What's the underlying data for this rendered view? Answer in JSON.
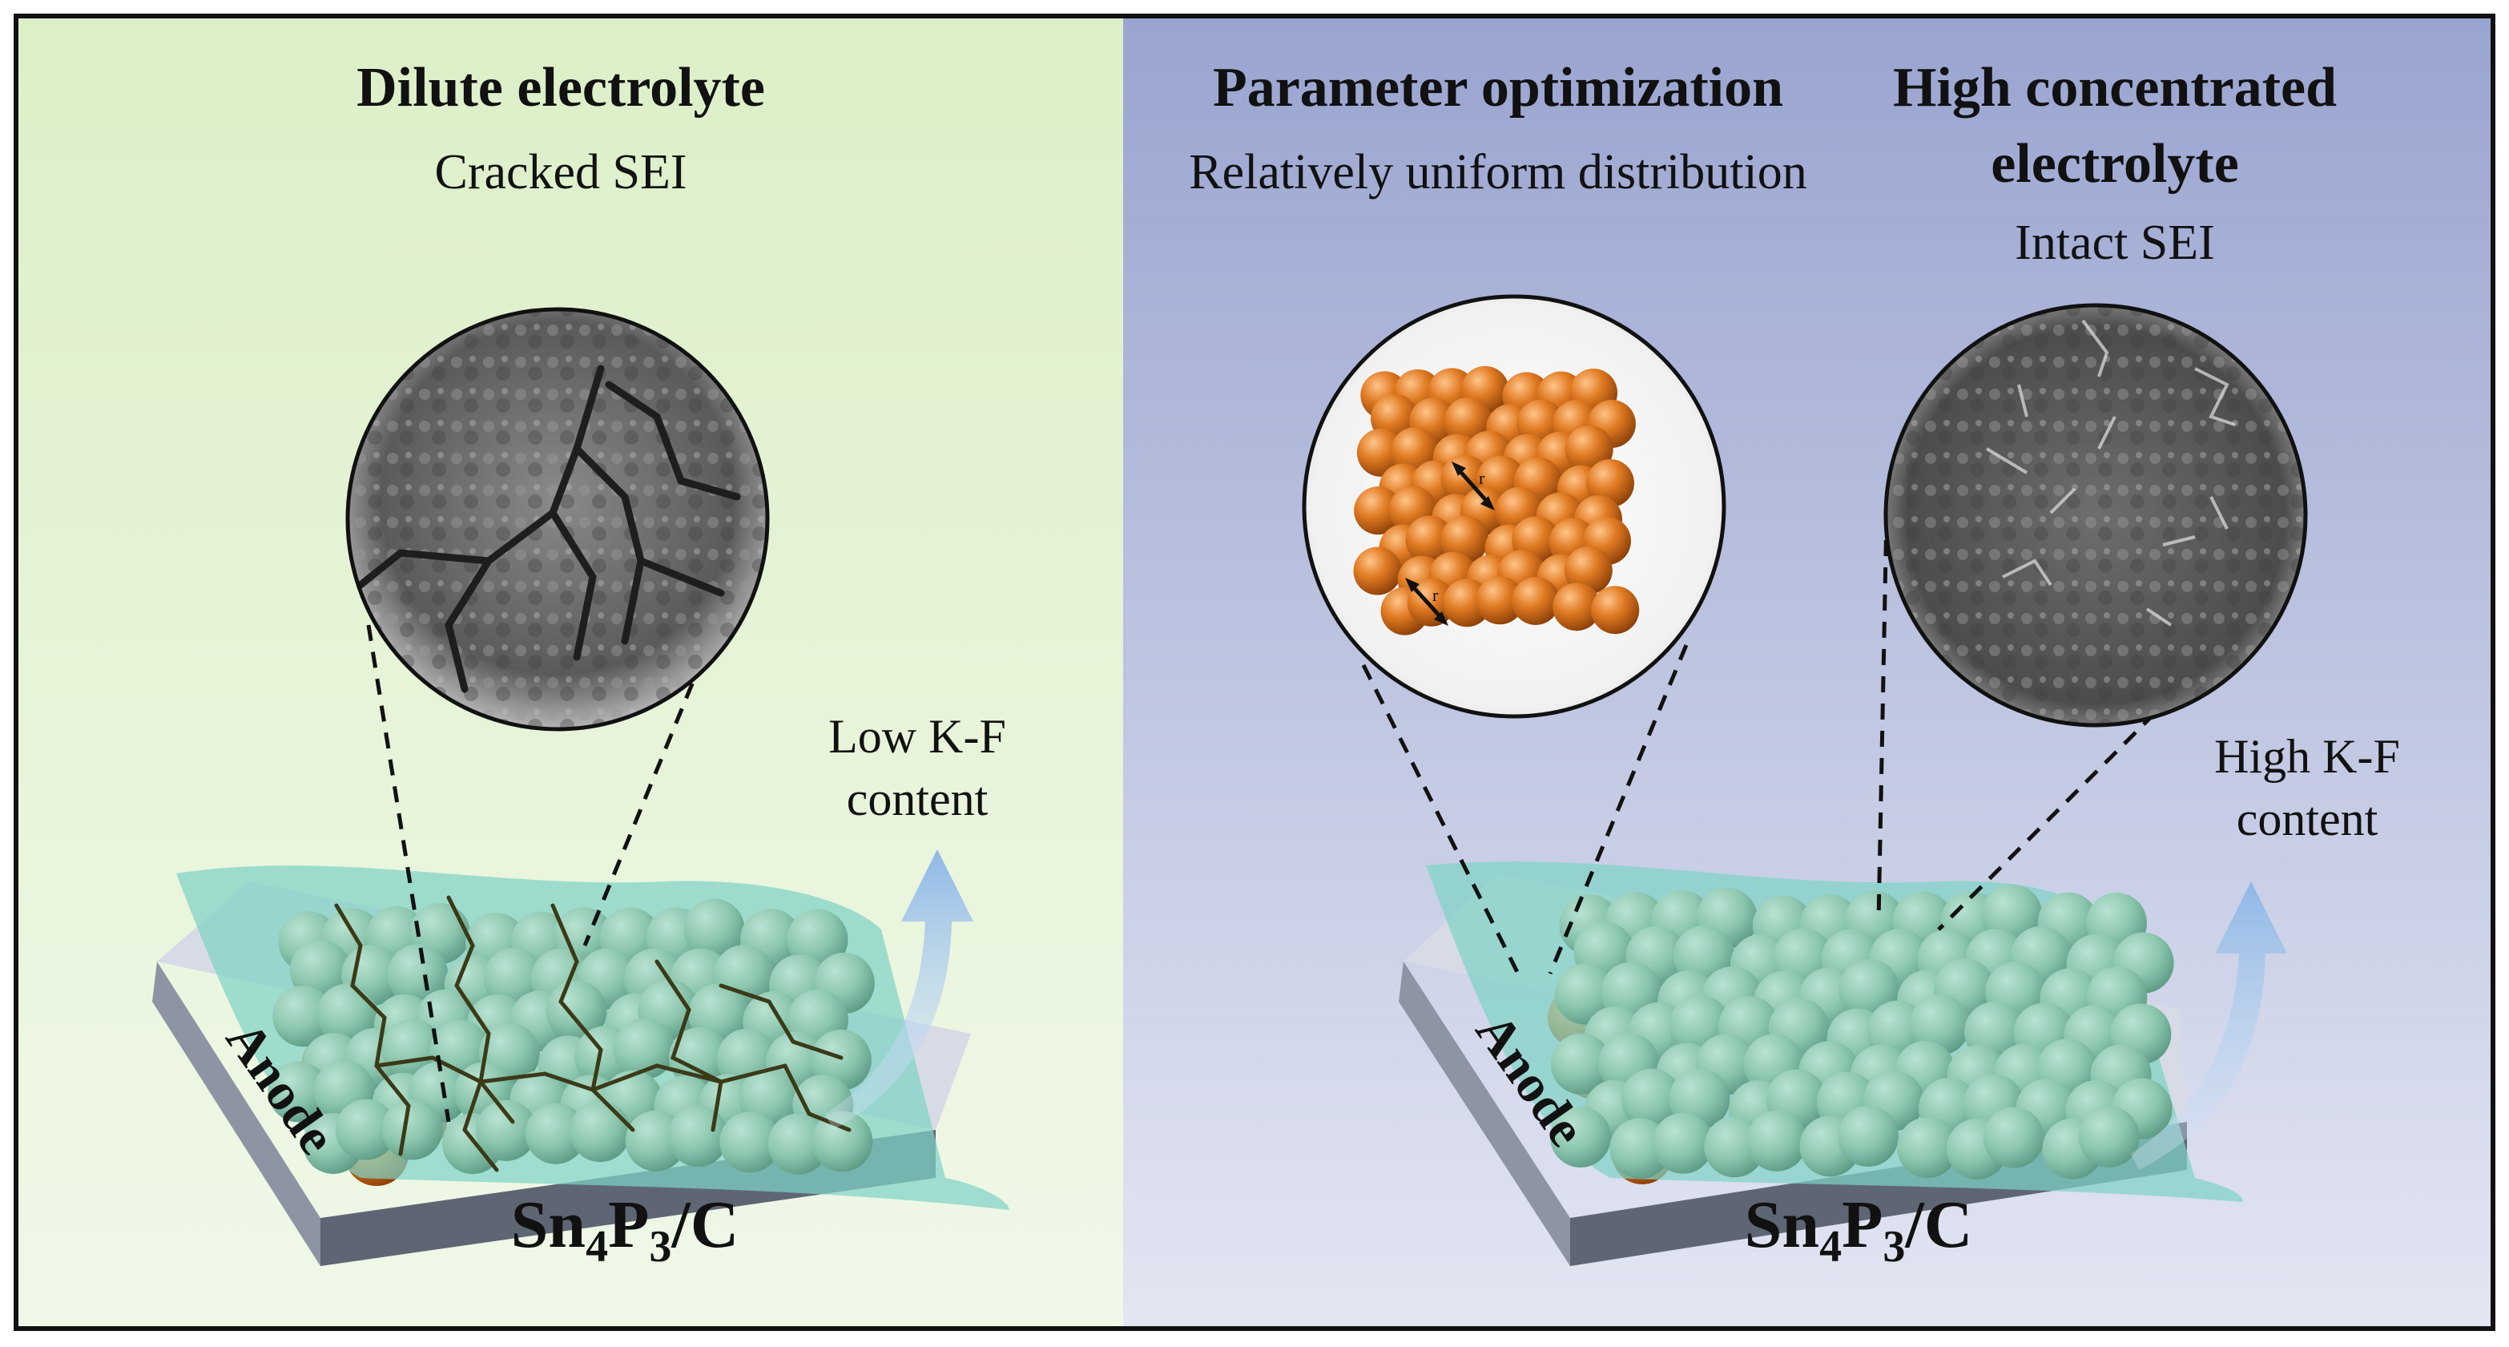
{
  "left_panel": {
    "title": "Dilute electrolyte",
    "subtitle": "Cracked SEI",
    "kf_label_line1": "Low K-F",
    "kf_label_line2": "content",
    "anode_label": "Anode",
    "material_base": "Sn",
    "material_sub1": "4",
    "material_mid": "P",
    "material_sub2": "3",
    "material_tail": "/C",
    "background": "#e4f2d8"
  },
  "right_panel": {
    "middle_title": "Parameter optimization",
    "middle_subtitle": "Relatively  uniform distribution",
    "right_title_line1": "High concentrated",
    "right_title_line2": "electrolyte",
    "right_subtitle": "Intact SEI",
    "kf_label_line1": "High K-F",
    "kf_label_line2": "content",
    "anode_label": "Anode",
    "material_base": "Sn",
    "material_sub1": "4",
    "material_mid": "P",
    "material_sub2": "3",
    "material_tail": "/C",
    "particle_radius_label": "r",
    "background": "#a9b4d6"
  },
  "colors": {
    "sei_film": "#7fd3c6",
    "sei_particle": "#8fc8b2",
    "tin_particle": "#e07a22",
    "crack": "#3a3a1c",
    "anode_slab": "#7f8794",
    "arrow": "#9cc1e8"
  }
}
